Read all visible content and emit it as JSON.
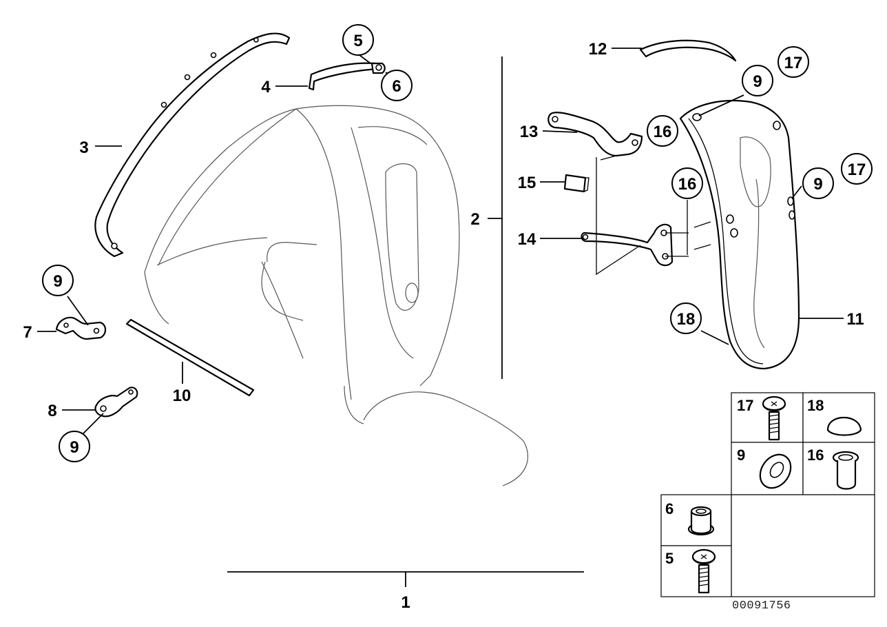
{
  "callouts": {
    "c1": "1",
    "c2": "2",
    "c3": "3",
    "c4": "4",
    "c5": "5",
    "c6": "6",
    "c7": "7",
    "c8": "8",
    "c10": "10",
    "c11": "11",
    "c12": "12",
    "c13": "13",
    "c14": "14",
    "c15": "15",
    "c9_topleft": "9",
    "c9_bottomleft": "9",
    "c9_fender_top": "9",
    "c9_fender_mid": "9",
    "c17_top": "17",
    "c17_right": "17",
    "c16_upper": "16",
    "c16_lower": "16",
    "c18": "18"
  },
  "legend_table": {
    "cells": {
      "t17": "17",
      "t18": "18",
      "t9": "9",
      "t16": "16",
      "t6": "6",
      "t5": "5"
    }
  },
  "drawing_number": "00091756"
}
